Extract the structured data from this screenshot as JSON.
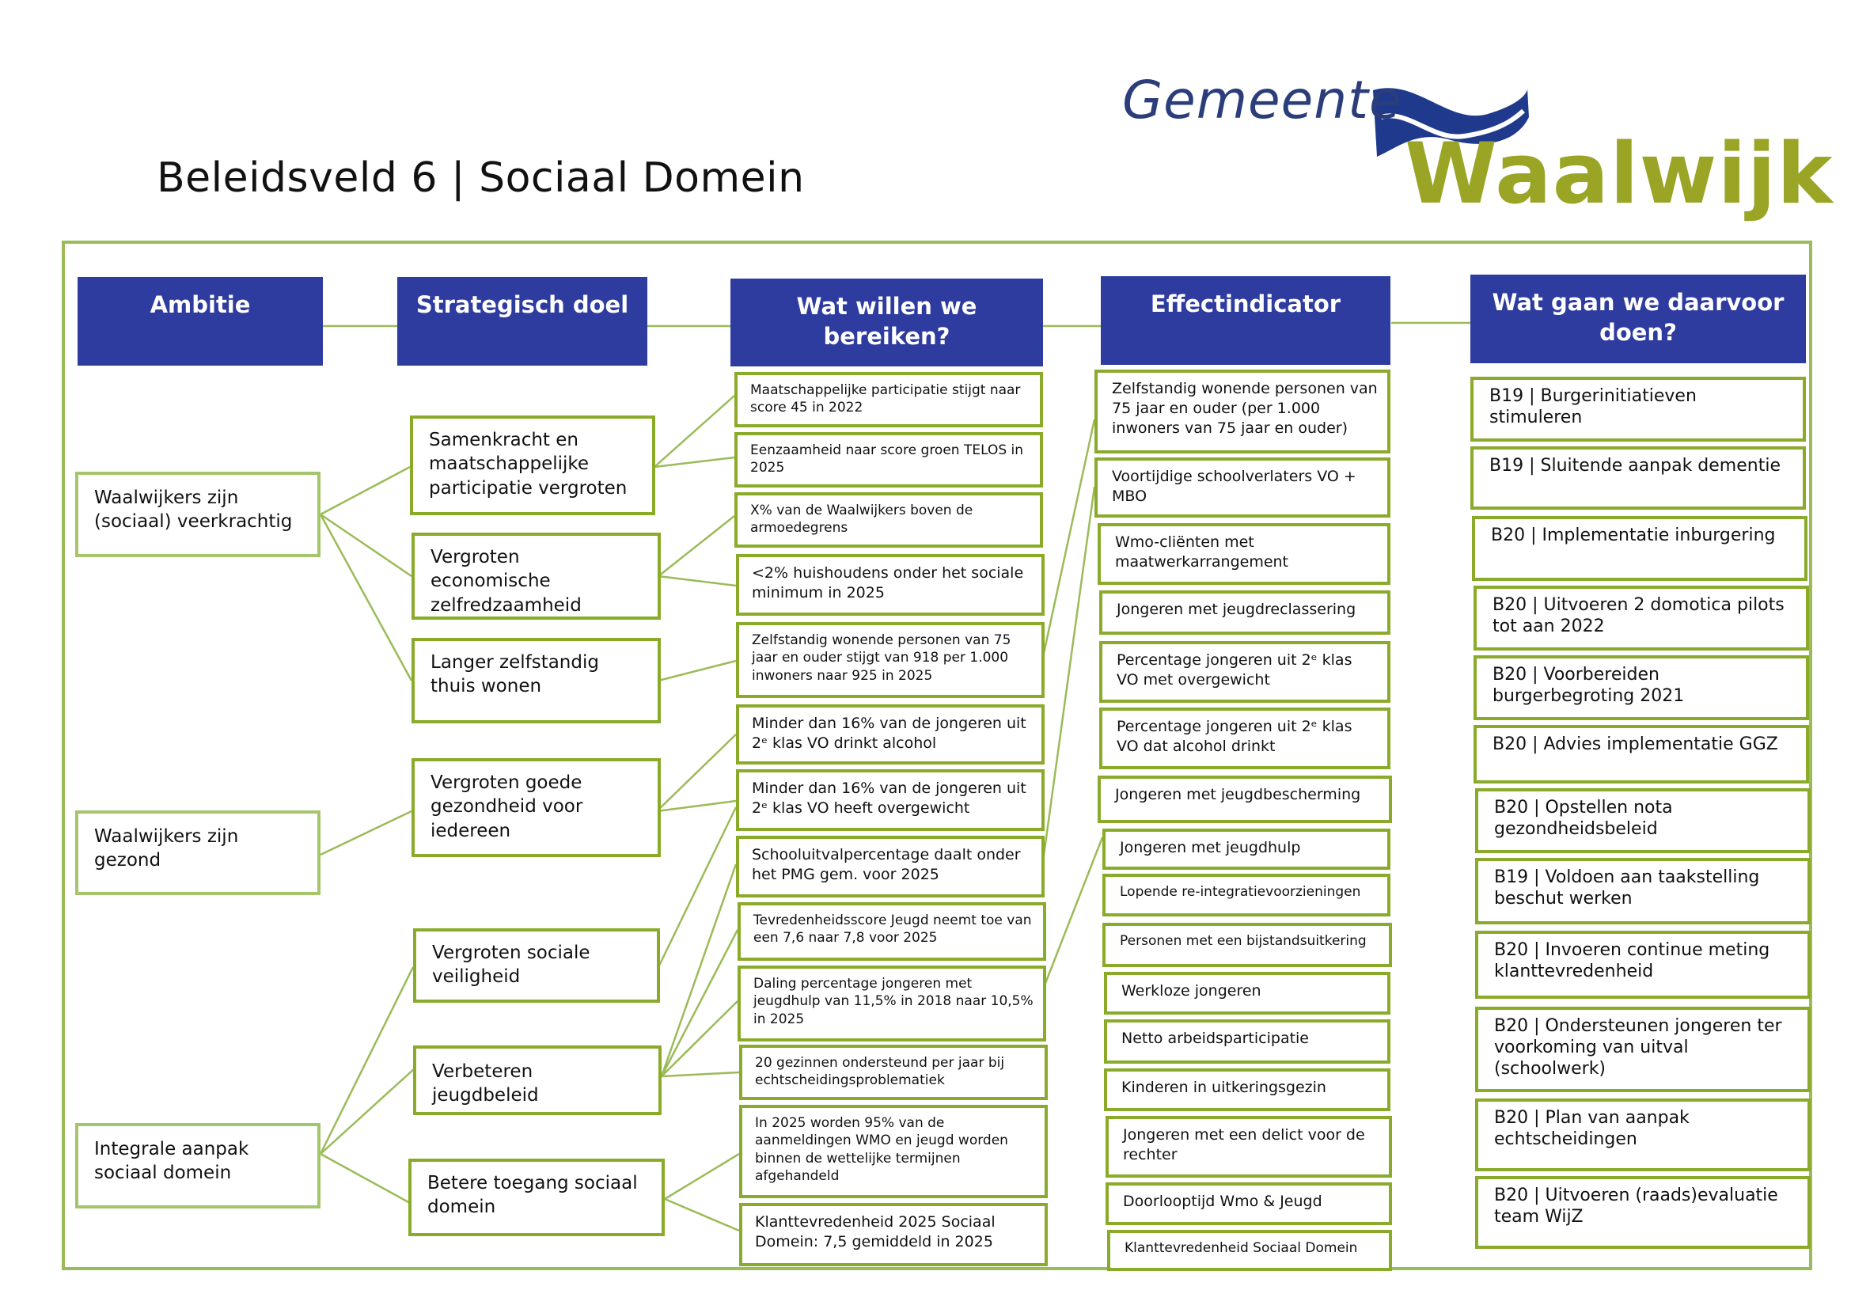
{
  "page_title": "Beleidsveld 6 | Sociaal Domein",
  "logo": {
    "line1": "Gemeente",
    "line2": "Waalwijk",
    "colors": {
      "blue": "#2b3d7a",
      "green": "#9aa526",
      "flag": "#1f3a8c"
    }
  },
  "colors": {
    "header_bg": "#2e3b9f",
    "header_text": "#ffffff",
    "border_green": "#9bbb59",
    "connector": "#9bbb59"
  },
  "headers": {
    "ambitie": "Ambitie",
    "strategisch_doel": "Strategisch doel",
    "wat_willen": "Wat willen we bereiken?",
    "effectindicator": "Effectindicator",
    "wat_gaan": "Wat gaan we daarvoor doen?"
  },
  "ambities": [
    "Waalwijkers zijn (sociaal) veerkrachtig",
    "Waalwijkers zijn gezond",
    "Integrale aanpak sociaal domein"
  ],
  "strategische_doelen": [
    "Samenkracht en maatschappelijke participatie vergroten",
    "Vergroten economische zelfredzaamheid",
    "Langer zelfstandig thuis wonen",
    "Vergroten goede gezondheid voor iedereen",
    "Vergroten sociale veiligheid",
    "Verbeteren jeugdbeleid",
    "Betere toegang sociaal domein"
  ],
  "wat_willen_we_bereiken": [
    "Maatschappelijke participatie stijgt naar score 45 in 2022",
    "Eenzaamheid naar score groen TELOS in 2025",
    "X% van de Waalwijkers boven de armoedegrens",
    "<2% huishoudens onder het sociale minimum in 2025",
    "Zelfstandig wonende personen van 75 jaar en ouder stijgt van 918 per 1.000 inwoners naar 925 in 2025",
    "Minder dan 16% van de jongeren uit 2ᵉ klas VO drinkt alcohol",
    "Minder dan 16% van de jongeren uit 2ᵉ klas VO heeft overgewicht",
    "Schooluitvalpercentage daalt onder het PMG gem. voor 2025",
    "Tevredenheidsscore Jeugd neemt toe van een 7,6 naar 7,8 voor 2025",
    "Daling percentage jongeren met jeugdhulp van 11,5% in 2018 naar 10,5% in 2025",
    "20 gezinnen ondersteund per jaar bij echtscheidingsproblematiek",
    "In 2025 worden 95% van de aanmeldingen WMO en jeugd worden binnen de wettelijke termijnen afgehandeld",
    "Klanttevredenheid 2025 Sociaal Domein: 7,5 gemiddeld in 2025"
  ],
  "effectindicatoren": [
    "Zelfstandig wonende personen van 75 jaar en ouder (per 1.000 inwoners van 75 jaar en ouder)",
    "Voortijdige schoolverlaters VO + MBO",
    "Wmo-cliënten met maatwerkarrangement",
    "Jongeren met jeugdreclassering",
    "Percentage jongeren uit 2ᵉ klas VO met overgewicht",
    "Percentage jongeren uit 2ᵉ klas VO dat alcohol drinkt",
    "Jongeren met jeugdbescherming",
    "Jongeren met jeugdhulp",
    "Lopende re-integratievoorzieningen",
    "Personen met een bijstandsuitkering",
    "Werkloze jongeren",
    "Netto arbeidsparticipatie",
    "Kinderen in uitkeringsgezin",
    "Jongeren met een delict voor de rechter",
    "Doorlooptijd Wmo & Jeugd",
    "Klanttevredenheid Sociaal Domein"
  ],
  "acties": [
    "B19 | Burgerinitiatieven stimuleren",
    "B19 | Sluitende aanpak dementie",
    "B20 | Implementatie inburgering",
    "B20 | Uitvoeren 2 domotica pilots tot aan 2022",
    "B20 | Voorbereiden burgerbegroting 2021",
    "B20 | Advies implementatie GGZ",
    "B20 | Opstellen nota gezondheidsbeleid",
    "B19 | Voldoen aan taakstelling beschut werken",
    "B20 | Invoeren continue meting klanttevredenheid",
    "B20 | Ondersteunen jongeren ter voorkoming van uitval (schoolwerk)",
    "B20 | Plan van aanpak echtscheidingen",
    "B20 | Uitvoeren (raads)evaluatie team WijZ"
  ]
}
